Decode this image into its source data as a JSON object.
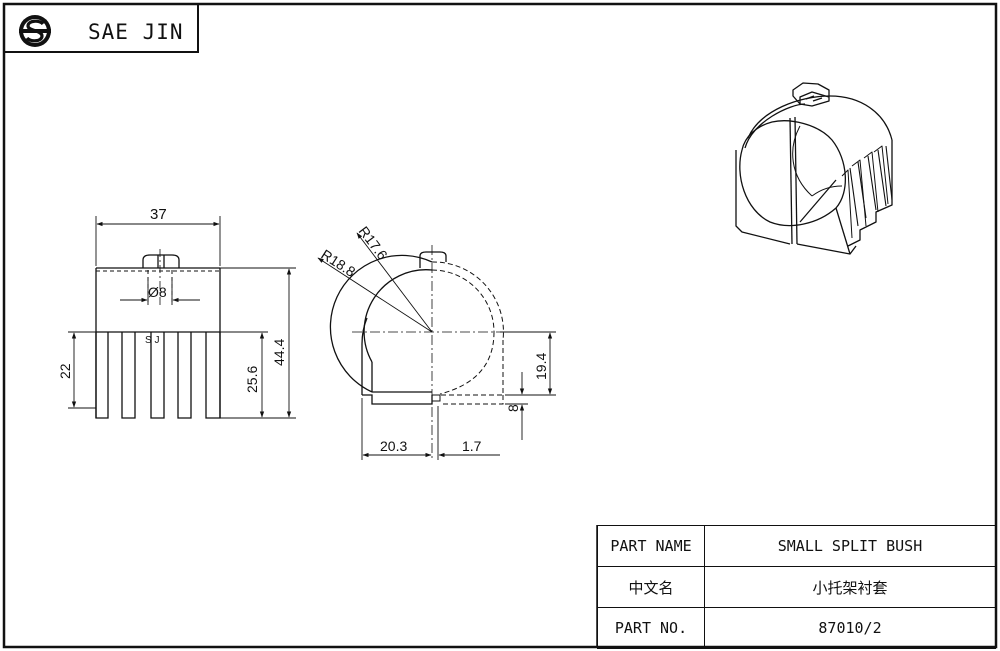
{
  "brand": {
    "name": "SAE JIN",
    "logo_icon": "sj-logo-icon"
  },
  "dimensions": {
    "width": "37",
    "slot_dia": "Ø8",
    "left_22": "22",
    "left_25_6": "25.6",
    "left_44_4": "44.4",
    "r_17_6": "R17.6",
    "r_18_8": "R18.8",
    "h_19_4": "19.4",
    "h_8": "8",
    "w_20_3": "20.3",
    "w_1_7": "1.7",
    "marking": "S J"
  },
  "title_block": {
    "rows": [
      {
        "label": "PART NAME",
        "value": "SMALL SPLIT BUSH"
      },
      {
        "label": "中文名",
        "value": "小托架衬套"
      },
      {
        "label": "PART NO.",
        "value": "87010/2"
      }
    ]
  }
}
